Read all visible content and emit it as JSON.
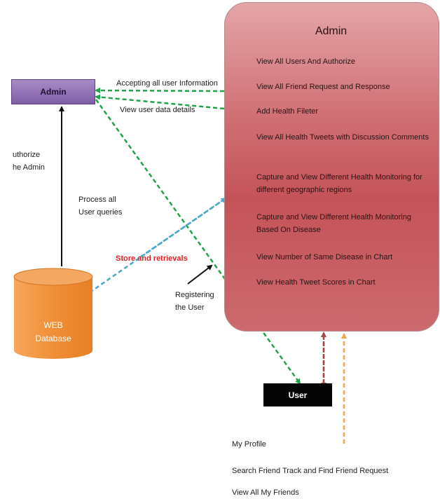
{
  "admin_node": {
    "label": "Admin"
  },
  "admin_panel": {
    "title": "Admin",
    "items": [
      "View All Users And Authorize",
      "View All Friend Request and Response",
      "Add Health Fileter",
      "View All Health Tweets with Discussion Comments",
      "Capture and View Different Health Monitoring for different geographic regions",
      "Capture and View Different Health Monitoring Based On Disease",
      "View Number of Same Disease in Chart",
      "View Health Tweet Scores in Chart"
    ]
  },
  "labels": {
    "accepting": "Accepting all user Information",
    "view_details": "View user data details",
    "authorize": "uthorize\nhe Admin",
    "process": "Process all\nUser queries",
    "store": "Store and retrievals",
    "registering": "Registering\nthe User"
  },
  "database": {
    "label": "WEB\nDatabase"
  },
  "user_node": {
    "label": "User"
  },
  "user_items": [
    "My Profile",
    "Search Friend Track and Find Friend Request",
    "View All My Friends"
  ],
  "colors": {
    "green_connector": "#1fa34a",
    "blue_connector": "#4aa8c8",
    "maroon_connector": "#a8474a",
    "orange_connector": "#f2a04a",
    "db_orange": "#f0923c",
    "admin_purple": "#8d6bb3",
    "panel_red": "#c8575b"
  }
}
